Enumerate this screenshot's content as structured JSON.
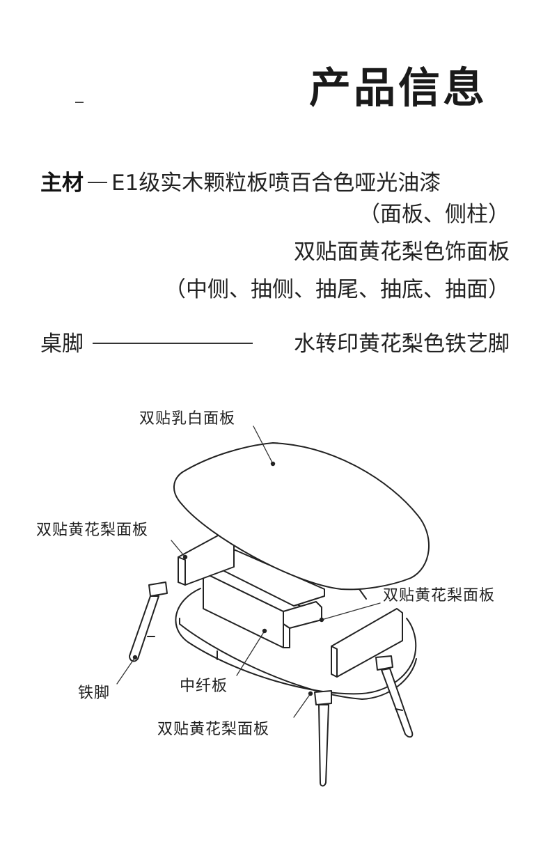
{
  "header": {
    "title": "产品信息"
  },
  "specs": {
    "material": {
      "label": "主材",
      "line1": "E1级实木颗粒板喷百合色哑光油漆",
      "line2": "（面板、侧柱）",
      "line3": "双贴面黄花梨色饰面板",
      "line4": "（中侧、抽侧、抽尾、抽底、抽面）"
    },
    "legs": {
      "label": "桌脚",
      "value": "水转印黄花梨色铁艺脚"
    }
  },
  "diagram": {
    "callouts": {
      "top_panel": "双贴乳白面板",
      "left_panel": "双贴黄花梨面板",
      "right_panel": "双贴黄花梨面板",
      "iron_leg": "铁脚",
      "mdf": "中纤板",
      "bottom_panel": "双贴黄花梨面板"
    }
  }
}
